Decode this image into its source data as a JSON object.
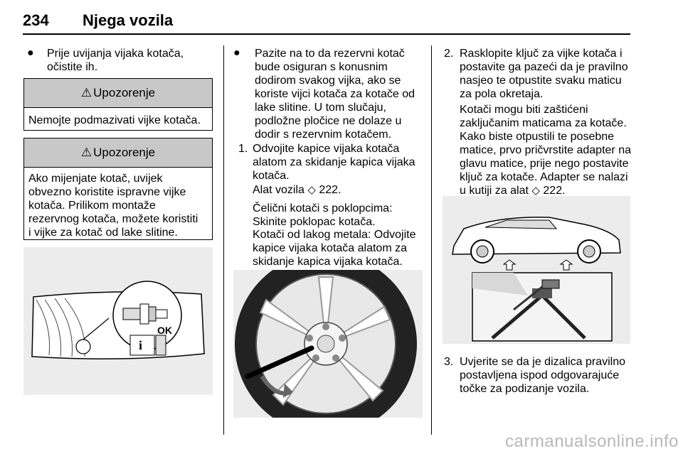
{
  "header": {
    "page_number": "234",
    "title": "Njega vozila"
  },
  "col1": {
    "bullet_text_1": "Prije uvijanja vijaka kotača,",
    "bullet_text_2": "očistite ih.",
    "warning1": {
      "heading": "Upozorenje",
      "body": "Nemojte podmazivati vijke kotača."
    },
    "warning2": {
      "heading": "Upozorenje",
      "lines": [
        "Ako mijenjate kotač, uvijek",
        "obvezno koristite ispravne vijke",
        "kotača. Prilikom montaže",
        "rezervnog kotača, možete koristiti",
        "i vijke za kotač od lake slitine."
      ]
    },
    "figure_label": "OK"
  },
  "col2": {
    "bullet_lines": [
      "Pazite na to da rezervni kotač",
      "bude osiguran s konusnim",
      "dodirom svakog vijka, ako se",
      "koriste vijci kotača za kotače od",
      "lake slitine. U tom slučaju,",
      "podložne pločice ne dolaze u",
      "dodir s rezervnim kotačem."
    ],
    "step1_number": "1.",
    "step1_lines": [
      "Odvojite kapice vijaka kotača",
      "alatom za skidanje kapica vijaka",
      "kotača."
    ],
    "tool_ref_text": "Alat vozila",
    "tool_ref_page": "222.",
    "steel_lines": [
      "Čelični kotači s poklopcima:",
      "Skinite poklopac kotača."
    ],
    "alloy_lines": [
      "Kotači od lakog metala: Odvojite",
      "kapice vijaka kotača alatom za",
      "skidanje kapica vijaka kotača."
    ]
  },
  "col3": {
    "step2_number": "2.",
    "step2_lines": [
      "Rasklopite ključ za vijke kotača i",
      "postavite ga pazeći da je pravilno",
      "nasjeo te otpustite svaku maticu",
      "za pola okretaja."
    ],
    "locked_lines": [
      "Kotači mogu biti zaštićeni",
      "zaključanim maticama za kotače.",
      "Kako biste otpustili te posebne",
      "matice, prvo pričvrstite adapter na",
      "glavu matice, prije nego postavite",
      "ključ za kotače. Adapter se nalazi"
    ],
    "locked_last": "u kutiji za alat",
    "locked_last_page": "222.",
    "step3_number": "3.",
    "step3_lines": [
      "Uvjerite se da je dizalica pravilno",
      "postavljena ispod odgovarajuće",
      "točke za podizanje vozila."
    ]
  },
  "footer": {
    "watermark": "carmanualsonline.info"
  },
  "icons": {
    "warning": "warning-triangle-icon",
    "page_ref": "page-reference-arrow-icon"
  }
}
